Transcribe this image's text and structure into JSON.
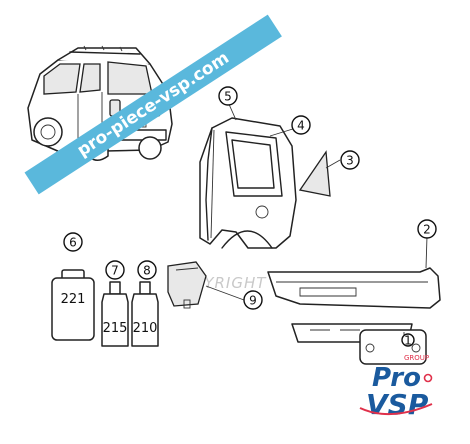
{
  "watermark_banner": {
    "text": "pro-piece-vsp.com",
    "color": "#5ab8dc"
  },
  "copyright_watermark": {
    "text": "COPYRIGHT ProVSP"
  },
  "logo": {
    "line1": "Pro",
    "line2": "VSP",
    "tagline": "GROUP",
    "primary_color": "#1a5a9e",
    "accent_color": "#e0304a"
  },
  "callouts": [
    {
      "id": "1",
      "label": "1",
      "highlight": false
    },
    {
      "id": "2",
      "label": "2",
      "highlight": true
    },
    {
      "id": "3",
      "label": "3",
      "highlight": false
    },
    {
      "id": "4",
      "label": "4",
      "highlight": false
    },
    {
      "id": "5",
      "label": "5",
      "highlight": false
    },
    {
      "id": "6",
      "label": "6",
      "highlight": false
    },
    {
      "id": "7",
      "label": "7",
      "highlight": false
    },
    {
      "id": "8",
      "label": "8",
      "highlight": false
    },
    {
      "id": "9",
      "label": "9",
      "highlight": false
    }
  ],
  "highlight_color": "#c8283c",
  "bottles": [
    {
      "id": "6",
      "code": "221"
    },
    {
      "id": "7",
      "code": "215"
    },
    {
      "id": "8",
      "code": "210"
    }
  ]
}
